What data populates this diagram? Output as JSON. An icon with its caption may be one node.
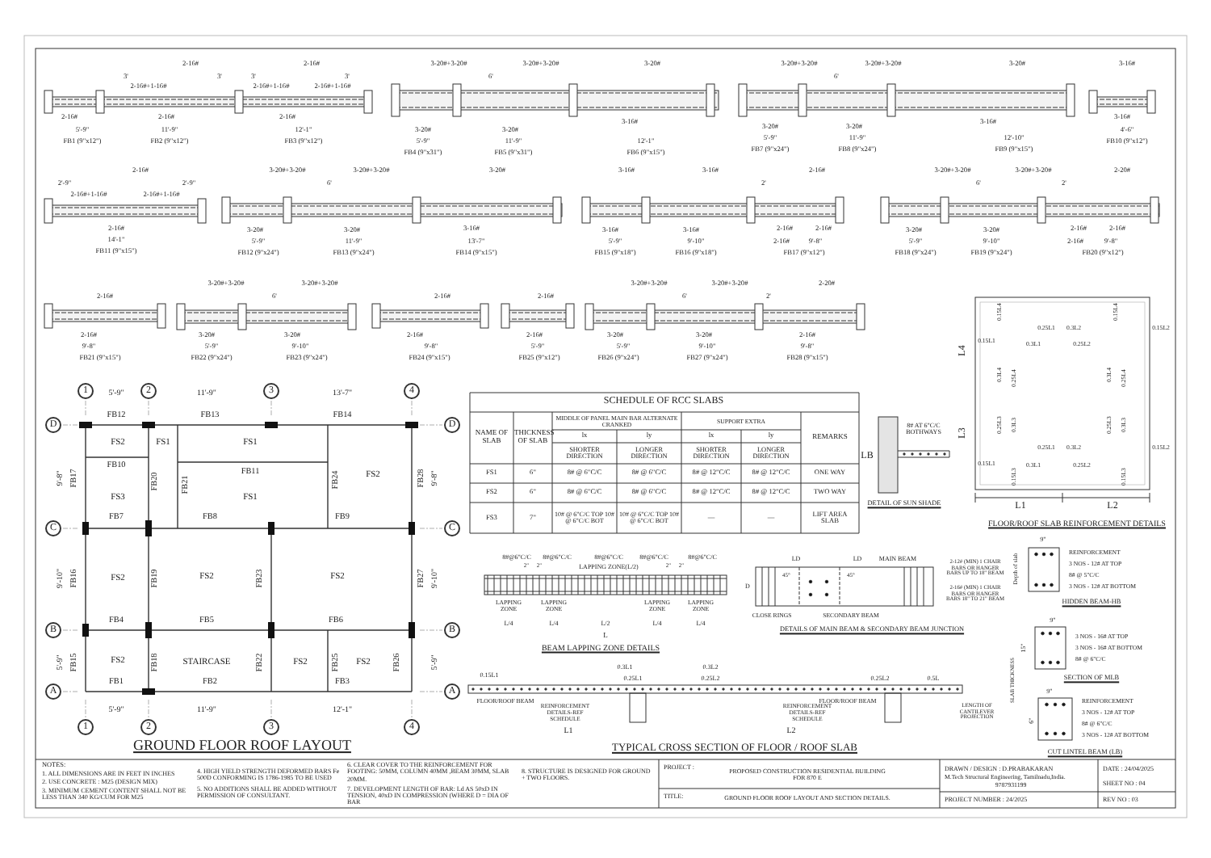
{
  "diagram": {
    "nodes": [
      {
        "text": [
          "1"
        ]
      },
      {
        "text": [
          "2"
        ]
      },
      {
        "text": [
          "3"
        ]
      },
      {
        "text": [
          "4"
        ]
      },
      {
        "text": [
          "D"
        ]
      },
      {
        "text": [
          "D"
        ]
      },
      {
        "text": [
          "C"
        ]
      },
      {
        "text": [
          "C"
        ]
      },
      {
        "text": [
          "B"
        ]
      },
      {
        "text": [
          "B"
        ]
      },
      {
        "text": [
          "A"
        ]
      },
      {
        "text": [
          "A"
        ]
      },
      {
        "text": [
          "1"
        ]
      },
      {
        "text": [
          "2"
        ]
      },
      {
        "text": [
          "3"
        ]
      },
      {
        "text": [
          "4"
        ]
      }
    ],
    "labels": [
      "2-16#",
      "2-16#",
      "3'",
      "3'",
      "3'",
      "3'",
      "2-16#+1-16#",
      "2-16#+1-16#",
      "2-16#+1-16#",
      "2-16#",
      "2-16#",
      "2-16#",
      "5'-9\"",
      "11'-9\"",
      "12'-1\"",
      "FB1 (9\"x12\")",
      "FB2 (9\"x12\")",
      "FB3 (9\"x12\")",
      "3-20#+3-20#",
      "3-20#+3-20#",
      "3-20#",
      "6'",
      "3-16#",
      "3-20#",
      "3-20#",
      "5'-9\"",
      "11'-9\"",
      "12'-1\"",
      "FB4 (9\"x31\")",
      "FB5 (9\"x31\")",
      "FB6 (9\"x15\")",
      "3-20#+3-20#",
      "3-20#+3-20#",
      "3-20#",
      "6'",
      "3-16#",
      "3-20#",
      "3-20#",
      "5'-9\"",
      "11'-9\"",
      "12'-10\"",
      "FB7 (9\"x24\")",
      "FB8 (9\"x24\")",
      "FB9 (9\"x15\")",
      "3-16#",
      "3-16#",
      "4'-6\"",
      "FB10 (9\"x12\")",
      "2-16#",
      "2'-9\"",
      "2'-9\"",
      "2-16#+1-16#",
      "2-16#+1-16#",
      "2-16#",
      "14'-1\"",
      "FB11 (9\"x15\")",
      "3-20#+3-20#",
      "3-20#+3-20#",
      "6'",
      "3-20#",
      "3-20#",
      "3-20#",
      "3-16#",
      "5'-9\"",
      "11'-9\"",
      "13'-7\"",
      "FB12 (9\"x24\")",
      "FB13 (9\"x24\")",
      "FB14 (9\"x15\")",
      "3-16#",
      "3-16#",
      "2'",
      "2-16#",
      "3-16#",
      "3-16#",
      "2-16#",
      "2-16#",
      "5'-9\"",
      "9'-10\"",
      "2-16#",
      "9'-8\"",
      "FB15 (9\"x18\")",
      "FB16 (9\"x18\")",
      "FB17 (9\"x12\")",
      "3-20#+3-20#",
      "6'",
      "3-20#+3-20#",
      "2'",
      "2-20#",
      "3-20#",
      "3-20#",
      "2-16#",
      "2-16#",
      "5'-9\"",
      "9'-10\"",
      "2-16#",
      "9'-8\"",
      "FB18 (9\"x24\")",
      "FB19 (9\"x24\")",
      "FB20 (9\"x12\")",
      "2-16#",
      "2-16#",
      "9'-8\"",
      "FB21 (9\"x15\")",
      "3-20#+3-20#",
      "6'",
      "3-20#+3-20#",
      "3-20#",
      "3-20#",
      "5'-9\"",
      "9'-10\"",
      "FB22 (9\"x24\")",
      "FB23 (9\"x24\")",
      "2-16#",
      "2-16#",
      "9'-8\"",
      "FB24 (9\"x15\")",
      "2-16#",
      "2-16#",
      "5'-9\"",
      "FB25 (9\"x12\")",
      "3-20#+3-20#",
      "6'",
      "3-20#+3-20#",
      "2'",
      "2-20#",
      "3-20#",
      "3-20#",
      "2-16#",
      "5'-9\"",
      "9'-10\"",
      "9'-8\"",
      "FB26 (9\"x24\")",
      "FB27 (9\"x24\")",
      "FB28 (9\"x15\")",
      "5'-9\"",
      "11'-9\"",
      "13'-7\"",
      "FB12",
      "FB13",
      "FB14",
      "FS2",
      "FS1",
      "FS1",
      "FB10",
      "FB20",
      "FB21",
      "FB11",
      "FB24",
      "FS2",
      "9'-8\"",
      "FB17",
      "FB28",
      "9'-8\"",
      "FS3",
      "FS1",
      "FB7",
      "FB8",
      "FB9",
      "9'-10\"",
      "FB16",
      "FS2",
      "FB19",
      "FS2",
      "FB23",
      "FS2",
      "FB27",
      "9'-10\"",
      "FB4",
      "FB5",
      "FB6",
      "5'-9\"",
      "FB15",
      "FS2",
      "FB18",
      "STAIRCASE",
      "FB22",
      "FS2",
      "FB25",
      "FS2",
      "FB26",
      "5'-9\"",
      "FB1",
      "FB2",
      "FB3",
      "5'-9\"",
      "11'-9\"",
      "12'-1\"",
      "GROUND FLOOR ROOF LAYOUT",
      "SCHEDULE OF RCC SLABS",
      "NAME OF SLAB",
      "THICKNESS OF SLAB",
      "MIDDLE OF PANEL MAIN BAR ALTERNATE CRANKED",
      "SUPPORT EXTRA",
      "lx",
      "ly",
      "lx",
      "ly",
      "REMARKS",
      "SHORTER DIRECTION",
      "LONGER DIRECTION",
      "SHORTER DIRECTION",
      "LONGER DIRECTION",
      "FS1",
      "6\"",
      "8# @ 6\"C/C",
      "8# @ 6\"C/C",
      "8# @ 12\"C/C",
      "8# @ 12\"C/C",
      "ONE WAY",
      "FS2",
      "6\"",
      "8# @ 6\"C/C",
      "8# @ 6\"C/C",
      "8# @ 12\"C/C",
      "8# @ 12\"C/C",
      "TWO WAY",
      "FS3",
      "7\"",
      "10# @ 6\"C/C TOP 10# @ 6\"C/C BOT",
      "10# @ 6\"C/C TOP 10# @ 6\"C/C BOT",
      "—",
      "—",
      "LIFT AREA SLAB",
      "8# AT 6\"C/C BOTHWAYS",
      "LB",
      "DETAIL OF SUN SHADE",
      "8#@6\"C/C",
      "8#@6\"C/C",
      "8#@6\"C/C",
      "8#@6\"C/C",
      "8#@6\"C/C",
      "2\"",
      "2\"",
      "LAPPING ZONE(L/2)",
      "2\"",
      "2\"",
      "LAPPING ZONE",
      "LAPPING ZONE",
      "LAPPING ZONE",
      "LAPPING ZONE",
      "L/4",
      "L/4",
      "L/2",
      "L/4",
      "L/4",
      "L",
      "BEAM LAPPING ZONE DETAILS",
      "LD",
      "LD",
      "MAIN BEAM",
      "D",
      "45°",
      "45°",
      "CLOSE RINGS",
      "SECONDARY BEAM",
      "DETAILS OF MAIN BEAM & SECONDARY BEAM JUNCTION",
      "2-12# (MIN) 1 CHAIR BARS OR HANGER BARS UP TO 18\" BEAM",
      "2-16# (MIN) 1 CHAIR BARS OR HANGER BARS 18\" TO 21\" BEAM",
      "0.15L1",
      "0.3L1",
      "0.3L2",
      "0.25L1",
      "0.25L2",
      "0.25L2",
      "0.5L",
      "FLOOR/ROOF BEAM",
      "REINFORCEMENT DETAILS-REF SCHEDULE",
      "REINFORCEMENT DETAILS-REF SCHEDULE",
      "FLOOR/ROOF BEAM",
      "L1",
      "L2",
      "LENGTH OF CANTILEVER PROJECTION",
      "TYPICAL CROSS SECTION OF FLOOR / ROOF SLAB",
      "0.15L4",
      "0.25L1",
      "0.3L2",
      "0.15L4",
      "0.15L2",
      "L4",
      "0.15L1",
      "0.3L1",
      "0.25L2",
      "0.3L4",
      "0.25L4",
      "0.3L4",
      "0.25L4",
      "0.25L3",
      "0.3L3",
      "0.25L3",
      "0.3L3",
      "L3",
      "0.25L1",
      "0.3L2",
      "0.15L2",
      "0.15L1",
      "0.3L1",
      "0.25L2",
      "0.15L3",
      "0.15L3",
      "L1",
      "L2",
      "FLOOR/ROOF SLAB REINFORCEMENT DETAILS",
      "9\"",
      "Depth of slab",
      "REINFORCEMENT",
      "3 NOS - 12# AT TOP",
      "8# @ 5\"C/C",
      "3 NOS - 12# AT BOTTOM",
      "HIDDEN BEAM-HB",
      "9\"",
      "15\"",
      "3 NOS - 16# AT TOP",
      "3 NOS - 16# AT BOTTOM",
      "8# @ 6\"C/C",
      "SECTION OF MLB",
      "SLAB THICKNESS",
      "9\"",
      "6\"",
      "REINFORCEMENT",
      "3 NOS - 12# AT TOP",
      "8# @ 6\"C/C",
      "3 NOS - 12# AT BOTTOM",
      "CUT LINTEL BEAM (LB)",
      "NOTES:",
      "1. ALL DIMENSIONS ARE IN FEET IN INCHES",
      "2. USE CONCRETE : M25 (DESIGN MIX)",
      "3. MINIMUM CEMENT CONTENT SHALL NOT BE LESS THAN 340 KG/CUM FOR M25",
      "4. HIGH YIELD STRENGTH DEFORMED BARS Fe 500D CONFORMING IS 1786-1985 TO BE USED",
      "5. NO ADDITIONS SHALL BE ADDED WITHOUT PERMISSION OF CONSULTANT.",
      "6. CLEAR COVER TO THE REINFORCEMENT FOR FOOTING: 50MM, COLUMN 40MM ,BEAM 30MM, SLAB 20MM.",
      "7. DEVELOPMENT LENGTH OF BAR: Ld AS 50xD IN TENSION, 40xD IN COMPRESSION (WHERE D = DIA OF BAR",
      "8. STRUCTURE IS DESIGNED FOR GROUND + TWO FLOORS.",
      "PROJECT :",
      "PROPOSED CONSTRUCTION RESIDENTIAL BUILDING FOR 870 E",
      "TITLE:",
      "GROUND FLOOR ROOF LAYOUT AND SECTION DETAILS.",
      "DRAWN / DESIGN : D.PRABAKARAN",
      "M.Tech Structural Engineering, Tamilnadu,India.",
      "9787931199",
      "DATE : 24/04/2025",
      "SHEET NO : 04",
      "PROJECT NUMBER : 24/2025",
      "REV NO : 03"
    ]
  }
}
